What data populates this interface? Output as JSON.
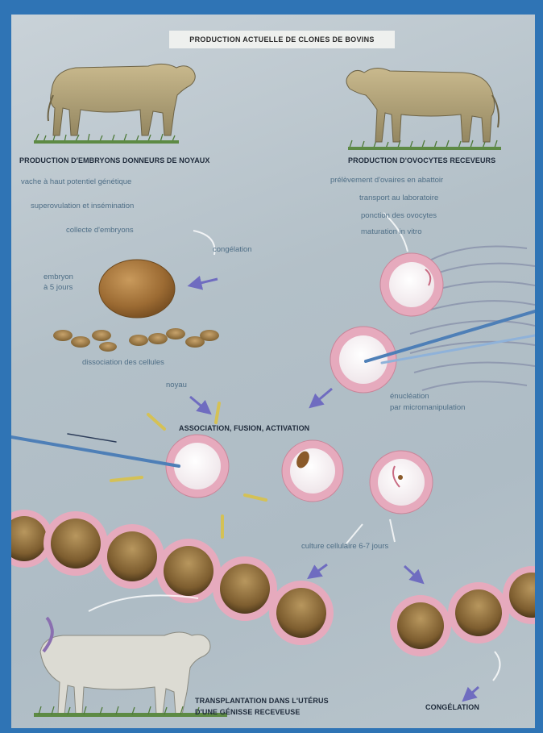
{
  "title": "PRODUCTION ACTUELLE DE CLONES DE BOVINS",
  "left_header": "PRODUCTION D'EMBRYONS DONNEURS DE NOYAUX",
  "right_header": "PRODUCTION D'OVOCYTES RECEVEURS",
  "left_steps": [
    "vache à haut potentiel génétique",
    "superovulation et insémination",
    "collecte d'embryons"
  ],
  "congelation_top": "congélation",
  "embryon_label": [
    "embryon",
    "à 5 jours"
  ],
  "dissociation": "dissociation des cellules",
  "noyau_label": "noyau",
  "right_steps": [
    "prélèvement d'ovaires en abattoir",
    "transport au laboratoire",
    "ponction des ovocytes",
    "maturation in vitro"
  ],
  "enucleation": [
    "énucléation",
    "par micromanipulation"
  ],
  "association": "ASSOCIATION, FUSION, ACTIVATION",
  "culture": "culture cellulaire 6-7 jours",
  "transplantation": [
    "TRANSPLANTATION DANS L'UTÉRUS",
    "D'UNE GÉNISSE RECEVEUSE"
  ],
  "congelation_bottom": "CONGÉLATION",
  "colors": {
    "frame": "#2f74b5",
    "background": "#b7c3ca",
    "oocyte_rim": "#e2a9bd",
    "embryo": "#a3743a",
    "arrow": "#6f6cc0",
    "spark": "#d9c24a"
  }
}
